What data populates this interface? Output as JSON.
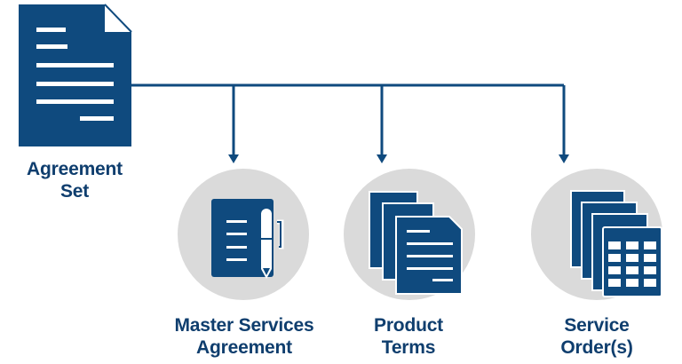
{
  "colors": {
    "primary": "#0f4a7e",
    "circle": "#dadada",
    "text": "#0f3e6e",
    "background": "#ffffff"
  },
  "root": {
    "label_line1": "Agreement",
    "label_line2": "Set",
    "icon": "document-icon"
  },
  "children": [
    {
      "label_line1": "Master Services",
      "label_line2": "Agreement",
      "icon": "notepad-pen-icon"
    },
    {
      "label_line1": "Product",
      "label_line2": "Terms",
      "icon": "document-stack-icon"
    },
    {
      "label_line1": "Service",
      "label_line2": "Order(s)",
      "icon": "spreadsheet-stack-icon"
    }
  ]
}
